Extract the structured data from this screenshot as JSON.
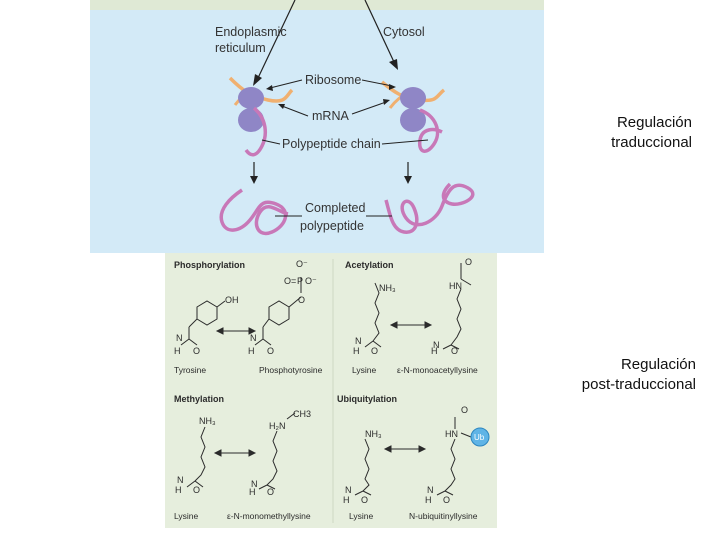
{
  "top_diagram": {
    "labels": {
      "er_line1": "Endoplasmic",
      "er_line2": "reticulum",
      "cytosol": "Cytosol",
      "ribosome": "Ribosome",
      "mrna": "mRNA",
      "polypeptide_chain": "Polypeptide chain",
      "completed_line1": "Completed",
      "completed_line2": "polypeptide"
    },
    "colors": {
      "background": "#d3eaf7",
      "ribosome": "#8f86c6",
      "mrna": "#f0b070",
      "polypeptide": "#c878b8"
    }
  },
  "side_labels": {
    "translational_line1": "Regulación",
    "translational_line2": "traduccional",
    "post_translational_line1": "Regulación",
    "post_translational_line2": "post-traduccional"
  },
  "modifications": {
    "phosphorylation": {
      "title": "Phosphorylation",
      "left_name": "Tyrosine",
      "right_name": "Phosphotyrosine",
      "oh": "OH",
      "o_minus_top": "O⁻",
      "o_eq": "O=",
      "p": "P",
      "o_minus_right": "O⁻",
      "o_bottom": "O"
    },
    "acetylation": {
      "title": "Acetylation",
      "left_name": "Lysine",
      "right_name": "ε-N-monoacetyllysine",
      "nh3": "NH₃",
      "hn": "HN",
      "o": "O"
    },
    "methylation": {
      "title": "Methylation",
      "left_name": "Lysine",
      "right_name": "ε-N-monomethyllysine",
      "nh3": "NH₃",
      "h2n": "H₂N",
      "ch3": "CH3"
    },
    "ubiquitylation": {
      "title": "Ubiquitylation",
      "left_name": "Lysine",
      "right_name": "N-ubiquitinyllysine",
      "nh3": "NH₃",
      "hn": "HN",
      "ub": "Ub",
      "o": "O"
    },
    "backbone": {
      "n": "N",
      "h": "H",
      "o": "O"
    },
    "colors": {
      "background": "#e6eedd",
      "ub_circle": "#5fb4e6",
      "ink": "#2b2b2b"
    }
  }
}
